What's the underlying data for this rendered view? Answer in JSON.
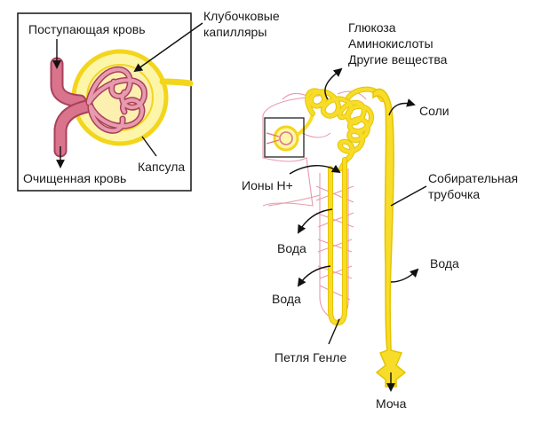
{
  "labels": {
    "incoming_blood": "Поступающая кровь",
    "glomerular_capillaries_line1": "Клубочковые",
    "glomerular_capillaries_line2": "капилляры",
    "capsule": "Капсула",
    "purified_blood": "Очищенная кровь",
    "glucose": "Глюкоза",
    "amino_acids": "Аминокислоты",
    "other_substances": "Другие вещества",
    "salts": "Соли",
    "hydrogen_ions": "Ионы Н+",
    "collecting_duct_line1": "Собирательная",
    "collecting_duct_line2": "трубочка",
    "water_1": "Вода",
    "water_2": "Вода",
    "water_3": "Вода",
    "loop_of_henle": "Петля Генле",
    "urine": "Моча"
  },
  "colors": {
    "tubule_yellow": "#f7dd2a",
    "tubule_outline": "#e6c300",
    "capsule_fill": "#fdf6a8",
    "capsule_light": "#fbf0b0",
    "vessel_pink": "#d9748c",
    "vessel_dark": "#a8415c",
    "capillary_pink": "#e89aae",
    "arrow": "#111111"
  }
}
